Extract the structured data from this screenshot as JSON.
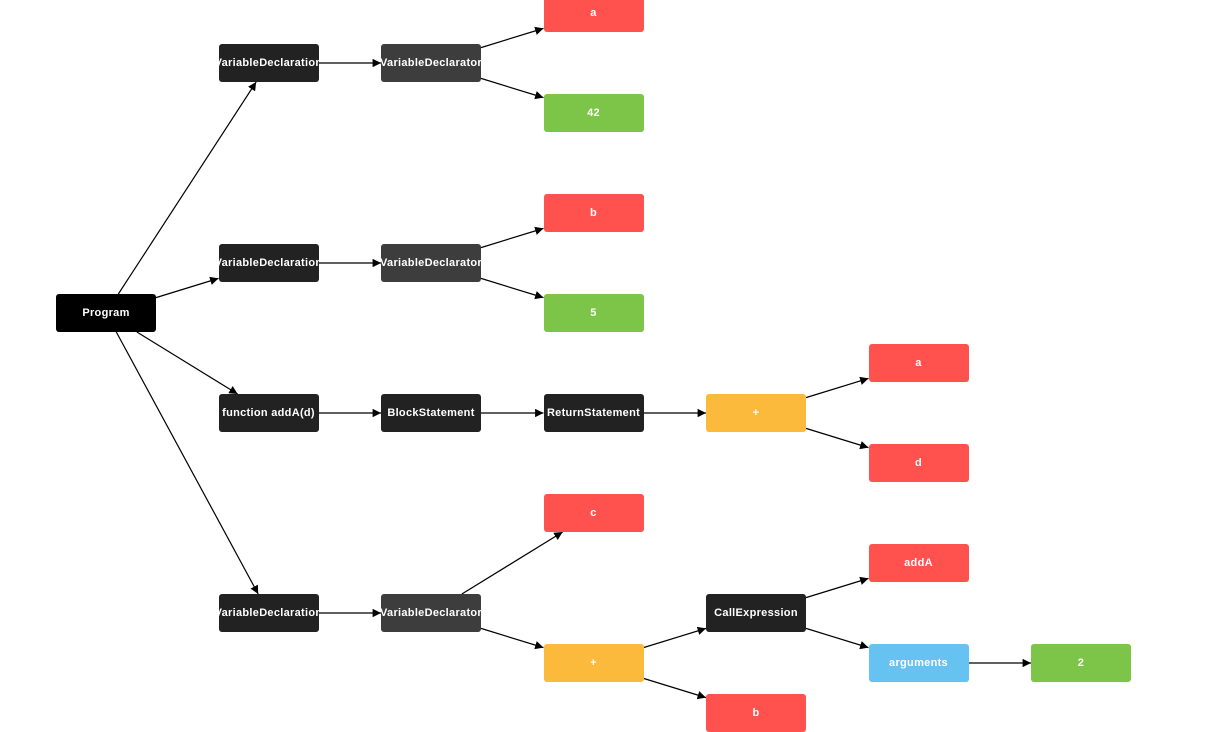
{
  "colors": {
    "root": "#000000",
    "statement": "#222222",
    "declarator": "#3d3d3d",
    "identifier": "#ff524f",
    "literal": "#7cc548",
    "operator": "#fcba3c",
    "arguments": "#66c2f0",
    "edge": "#000000"
  },
  "nodes": [
    {
      "id": "program",
      "label": "Program",
      "kind": "root"
    },
    {
      "id": "vd1",
      "label": "VariableDeclaration",
      "kind": "statement"
    },
    {
      "id": "vdr1",
      "label": "VariableDeclarator",
      "kind": "declarator"
    },
    {
      "id": "id_a1",
      "label": "a",
      "kind": "identifier"
    },
    {
      "id": "lit42",
      "label": "42",
      "kind": "literal"
    },
    {
      "id": "vd2",
      "label": "VariableDeclaration",
      "kind": "statement"
    },
    {
      "id": "vdr2",
      "label": "VariableDeclarator",
      "kind": "declarator"
    },
    {
      "id": "id_b1",
      "label": "b",
      "kind": "identifier"
    },
    {
      "id": "lit5",
      "label": "5",
      "kind": "literal"
    },
    {
      "id": "fn",
      "label": "function addA(d)",
      "kind": "statement"
    },
    {
      "id": "block",
      "label": "BlockStatement",
      "kind": "statement"
    },
    {
      "id": "ret",
      "label": "ReturnStatement",
      "kind": "statement"
    },
    {
      "id": "plus1",
      "label": "+",
      "kind": "operator"
    },
    {
      "id": "id_a2",
      "label": "a",
      "kind": "identifier"
    },
    {
      "id": "id_d",
      "label": "d",
      "kind": "identifier"
    },
    {
      "id": "vd3",
      "label": "VariableDeclaration",
      "kind": "statement"
    },
    {
      "id": "vdr3",
      "label": "VariableDeclarator",
      "kind": "declarator"
    },
    {
      "id": "id_c",
      "label": "c",
      "kind": "identifier"
    },
    {
      "id": "plus2",
      "label": "+",
      "kind": "operator"
    },
    {
      "id": "call",
      "label": "CallExpression",
      "kind": "statement"
    },
    {
      "id": "id_addA",
      "label": "addA",
      "kind": "identifier"
    },
    {
      "id": "args",
      "label": "arguments",
      "kind": "arguments"
    },
    {
      "id": "lit2",
      "label": "2",
      "kind": "literal"
    },
    {
      "id": "id_b2",
      "label": "b",
      "kind": "identifier"
    }
  ],
  "edges": [
    [
      "program",
      "vd1"
    ],
    [
      "program",
      "vd2"
    ],
    [
      "program",
      "fn"
    ],
    [
      "program",
      "vd3"
    ],
    [
      "vd1",
      "vdr1"
    ],
    [
      "vdr1",
      "id_a1"
    ],
    [
      "vdr1",
      "lit42"
    ],
    [
      "vd2",
      "vdr2"
    ],
    [
      "vdr2",
      "id_b1"
    ],
    [
      "vdr2",
      "lit5"
    ],
    [
      "fn",
      "block"
    ],
    [
      "block",
      "ret"
    ],
    [
      "ret",
      "plus1"
    ],
    [
      "plus1",
      "id_a2"
    ],
    [
      "plus1",
      "id_d"
    ],
    [
      "vd3",
      "vdr3"
    ],
    [
      "vdr3",
      "id_c"
    ],
    [
      "vdr3",
      "plus2"
    ],
    [
      "plus2",
      "call"
    ],
    [
      "plus2",
      "id_b2"
    ],
    [
      "call",
      "id_addA"
    ],
    [
      "call",
      "args"
    ],
    [
      "args",
      "lit2"
    ]
  ]
}
